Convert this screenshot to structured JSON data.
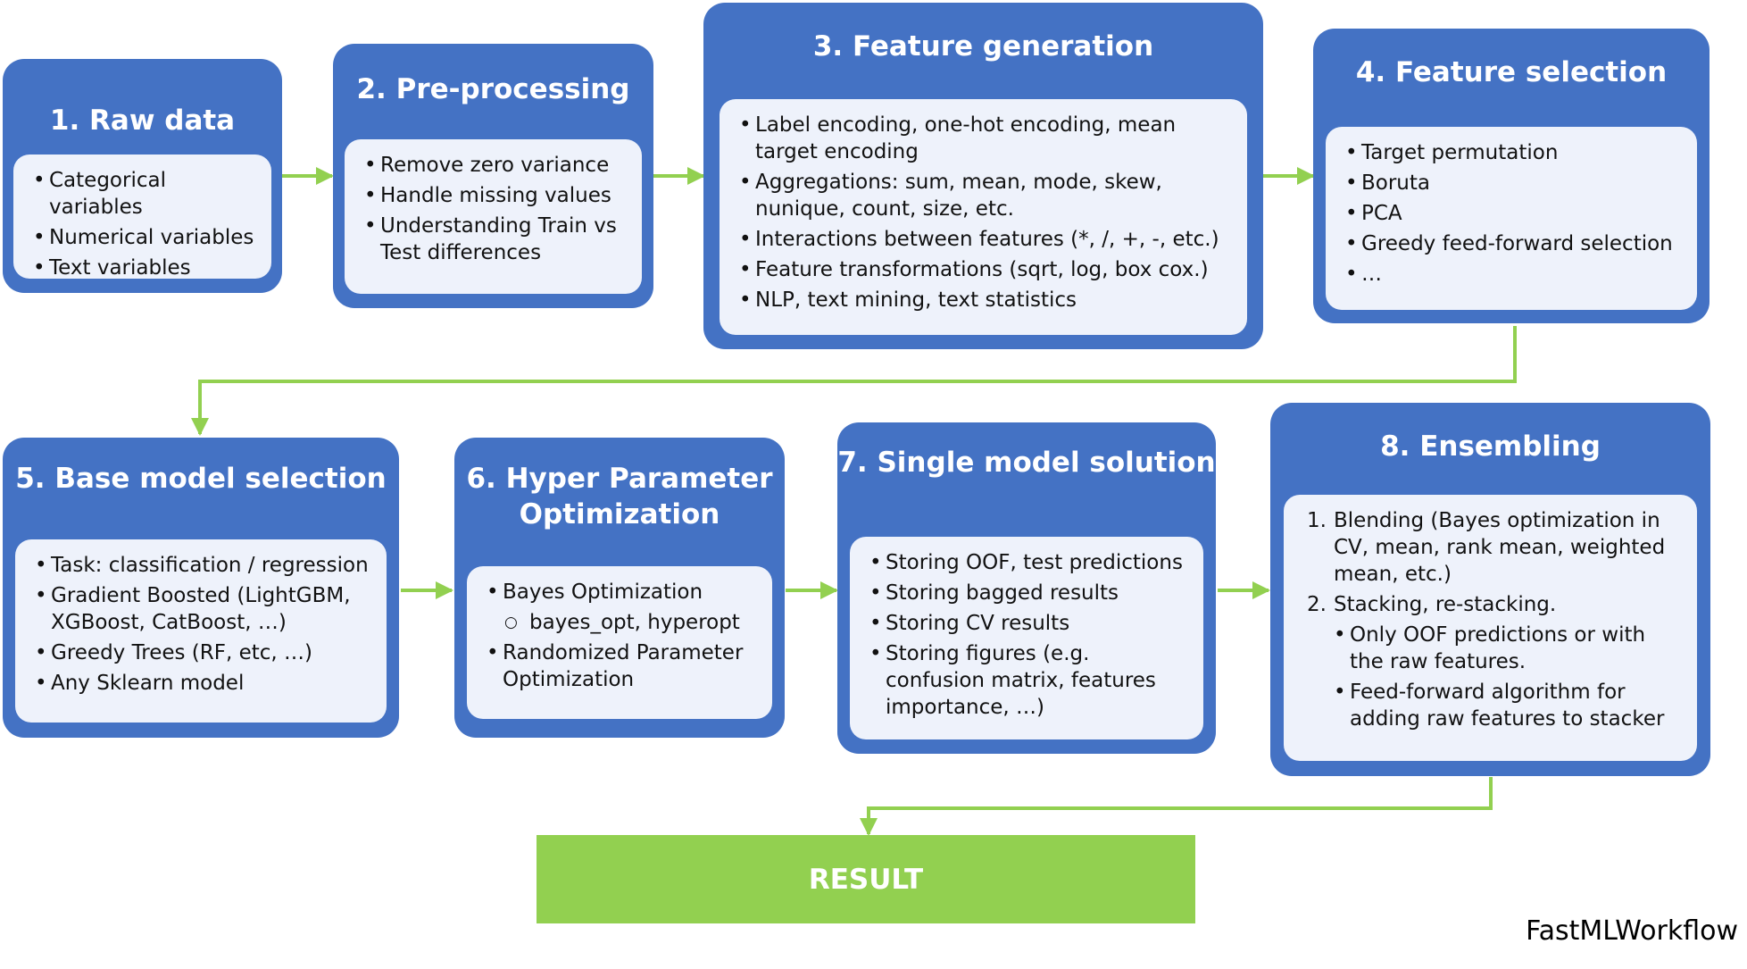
{
  "steps": [
    {
      "title": "1. Raw data",
      "items": [
        "Categorical variables",
        "Numerical variables",
        "Text variables"
      ]
    },
    {
      "title": "2. Pre-processing",
      "items": [
        "Remove zero variance",
        "Handle missing values",
        "Understanding Train vs Test differences"
      ]
    },
    {
      "title": "3. Feature generation",
      "items": [
        "Label encoding, one-hot encoding, mean target encoding",
        "Aggregations: sum, mean, mode, skew, nunique, count, size, etc.",
        "Interactions between features (*, /, +, -, etc.)",
        "Feature transformations (sqrt, log, box cox.)",
        "NLP, text mining, text statistics"
      ]
    },
    {
      "title": "4. Feature selection",
      "items": [
        "Target permutation",
        "Boruta",
        "PCA",
        "Greedy feed-forward selection",
        "…"
      ]
    },
    {
      "title": "5. Base model selection",
      "items": [
        "Task: classification / regression",
        "Gradient Boosted (LightGBM, XGBoost, CatBoost, …)",
        "Greedy Trees (RF, etc, …)",
        "Any Sklearn model"
      ]
    },
    {
      "title": "6. Hyper Parameter Optimization",
      "items": [
        "Bayes Optimization",
        "bayes_opt, hyperopt",
        "Randomized Parameter Optimization"
      ]
    },
    {
      "title": "7. Single model solution",
      "items": [
        "Storing OOF, test predictions",
        "Storing bagged results",
        "Storing CV results",
        "Storing figures (e.g. confusion matrix, features importance, …)"
      ]
    },
    {
      "title": "8. Ensembling",
      "items": [
        {
          "num": "1.",
          "text": "Blending (Bayes optimization in CV, mean, rank mean, weighted mean, etc.)"
        },
        {
          "num": "2.",
          "text": "Stacking, re-stacking.",
          "sub": [
            "Only OOF predictions or with the raw features.",
            "Feed-forward algorithm for adding raw features to stacker"
          ]
        }
      ]
    }
  ],
  "result": {
    "label": "RESULT"
  },
  "watermark": "FastMLWorkflow",
  "colors": {
    "box": "#4472c4",
    "body": "#eef2fb",
    "arrow": "#92d050",
    "result": "#92d050"
  }
}
